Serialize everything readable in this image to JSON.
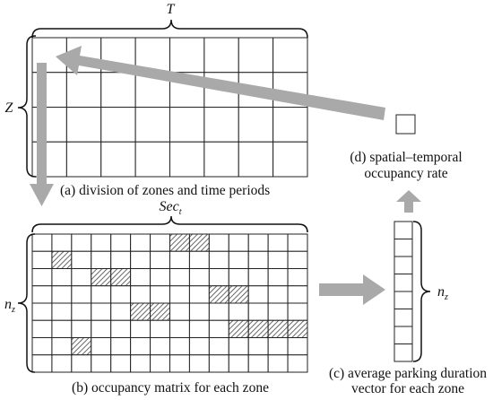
{
  "labels": {
    "T": "T",
    "Z": "Z",
    "sec_main": "Sec",
    "sec_sub": "t",
    "nz_main": "n",
    "nz_sub": "z",
    "caption_a": "(a) division of zones and time periods",
    "caption_b": "(b) occupancy matrix for each zone",
    "caption_c_line1": "(c) average parking duration",
    "caption_c_line2": "vector for each zone",
    "caption_d_line1": "(d) spatial–temporal",
    "caption_d_line2": "occupancy rate"
  },
  "grid_a": {
    "rows": 4,
    "cols": 8
  },
  "matrix_b": {
    "rows": 8,
    "cols": 14,
    "hatched_cells": [
      [
        0,
        7
      ],
      [
        0,
        8
      ],
      [
        1,
        1
      ],
      [
        2,
        3
      ],
      [
        2,
        4
      ],
      [
        3,
        9
      ],
      [
        3,
        10
      ],
      [
        4,
        5
      ],
      [
        4,
        6
      ],
      [
        5,
        10
      ],
      [
        5,
        11
      ],
      [
        5,
        12
      ],
      [
        5,
        13
      ],
      [
        6,
        2
      ]
    ]
  },
  "vector_c": {
    "cells": 8
  },
  "colors": {
    "arrow": "#a9a9a9",
    "line": "#222222",
    "hatch": "#444444"
  }
}
